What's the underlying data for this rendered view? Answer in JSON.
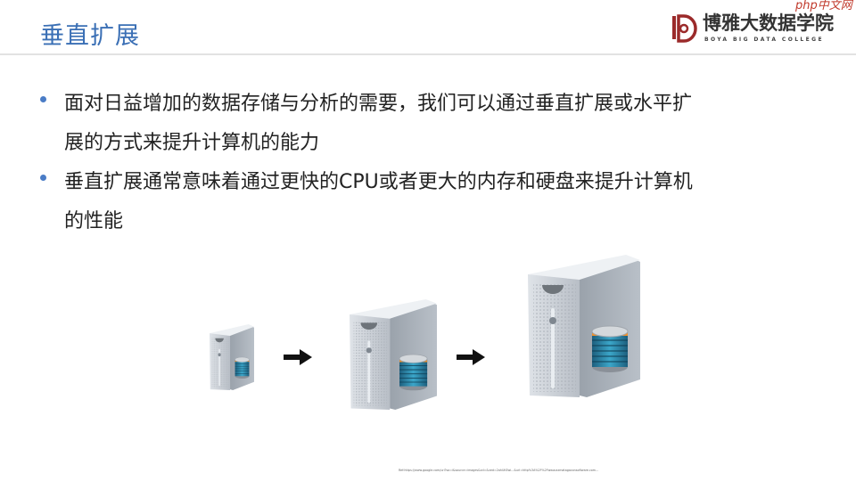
{
  "header": {
    "title": "垂直扩展"
  },
  "logo": {
    "name_cn": "博雅大数据学院",
    "name_en": "BOYA BIG DATA COLLEGE",
    "watermark": "php中文网"
  },
  "bullets": [
    {
      "lines": [
        "面对日益增加的数据存储与分析的需要，我们可以通过垂直扩展或水平扩",
        "展的方式来提升计算机的能力"
      ]
    },
    {
      "lines": [
        "垂直扩展通常意味着通过更快的CPU或者更大的内存和硬盘来提升计算机",
        "的性能"
      ]
    }
  ],
  "illustration": {
    "icons": [
      "server-small-icon",
      "arrow-right-icon",
      "server-medium-icon",
      "arrow-right-icon",
      "server-large-icon"
    ]
  },
  "reference": "Ref:https://www.google.com/url?sa=i&source=images&cd=&ved=2ahUKEwi...&url=http%3A%2F%2Fwww.azmatagaconsoftware.com...",
  "colors": {
    "title": "#3a6fb5",
    "bullet": "#4a7cc6"
  }
}
